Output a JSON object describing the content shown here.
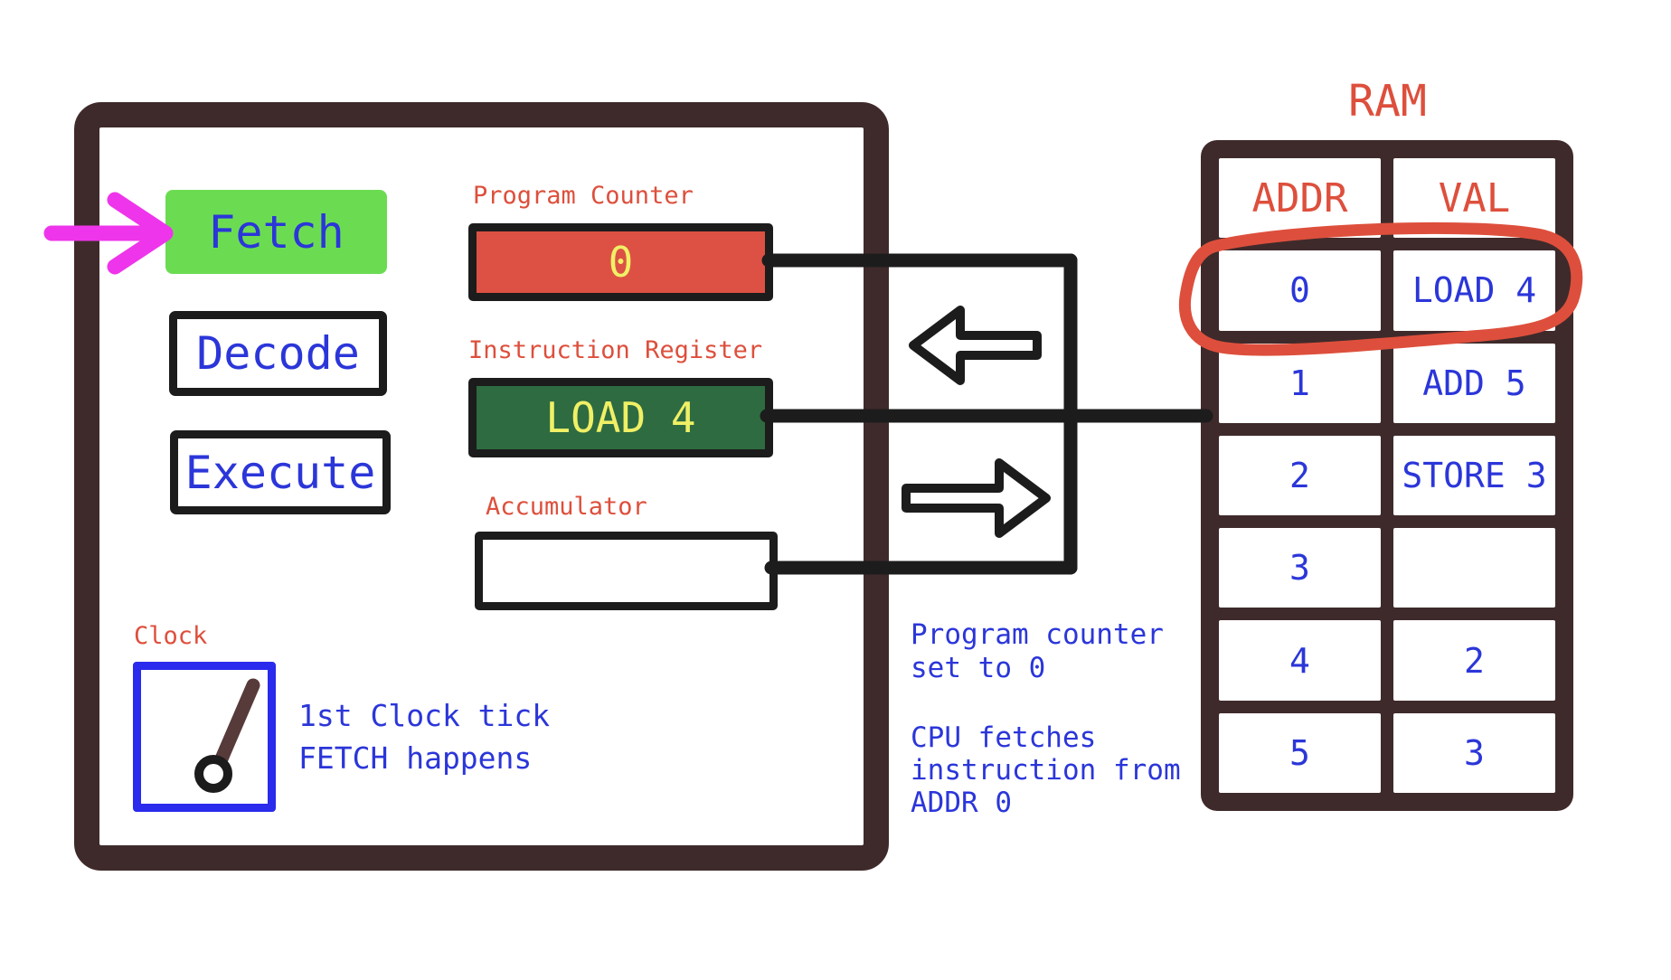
{
  "colors": {
    "background": "#ffffff",
    "cpu_border_brown": "#3f2a2b",
    "line_black": "#1c1c1c",
    "label_red": "#dd4f3c",
    "text_blue": "#2b36d9",
    "fetch_green": "#6bdc52",
    "pc_fill_red": "#dc5143",
    "ir_fill_green": "#2e6b40",
    "value_yellow": "#f0f066",
    "pointer_magenta": "#ee35eb",
    "clock_border_blue": "#2a2bec",
    "clock_hand_brown": "#573a3a",
    "highlight_circle_red": "#dd4f3c"
  },
  "cpu": {
    "stages": [
      "Fetch",
      "Decode",
      "Execute"
    ],
    "active_stage": "Fetch",
    "registers": {
      "program_counter": {
        "label": "Program Counter",
        "value": "0"
      },
      "instruction_register": {
        "label": "Instruction Register",
        "value": "LOAD 4"
      },
      "accumulator": {
        "label": "Accumulator",
        "value": ""
      }
    },
    "clock": {
      "label": "Clock",
      "note_lines": [
        "1st Clock tick",
        "FETCH happens"
      ]
    }
  },
  "annotations": {
    "pc_note_lines": [
      "Program counter",
      "set to 0"
    ],
    "fetch_note_lines": [
      "CPU fetches",
      "instruction from",
      "ADDR 0"
    ]
  },
  "ram": {
    "title": "RAM",
    "columns": [
      "ADDR",
      "VAL"
    ],
    "rows": [
      [
        "0",
        "LOAD 4"
      ],
      [
        "1",
        "ADD 5"
      ],
      [
        "2",
        "STORE 3"
      ],
      [
        "3",
        ""
      ],
      [
        "4",
        "2"
      ],
      [
        "5",
        "3"
      ]
    ],
    "highlighted_row_index": 0
  }
}
